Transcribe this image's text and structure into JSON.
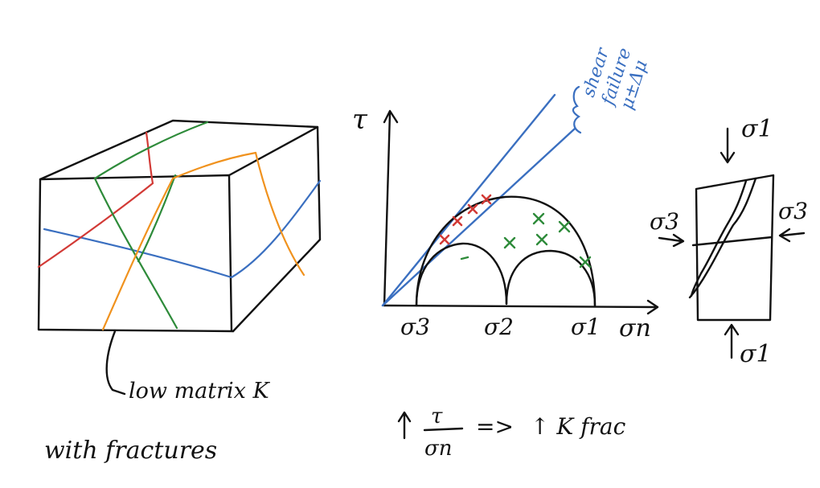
{
  "colors": {
    "ink": "#111111",
    "blue": "#3a6fc0",
    "red": "#d23a36",
    "green": "#2e8b3a",
    "orange": "#f0921e"
  },
  "block": {
    "caption_line1": "low matrix K",
    "caption_line2": "with fractures"
  },
  "mohr": {
    "tau_label": "τ",
    "sigma3_label": "σ3",
    "sigma2_label": "σ2",
    "sigma1_label": "σ1",
    "sigman_label": "σn",
    "envelope_line1": "shear",
    "envelope_line2": "failure",
    "envelope_line3": "μ±Δμ"
  },
  "specimen": {
    "top_label": "σ1",
    "bottom_label": "σ1",
    "left_label": "σ3",
    "right_label": "σ3"
  },
  "relation": {
    "numerator": "τ",
    "denominator": "σn",
    "arrow": "=>",
    "result": "↑ K frac",
    "up_arrow": "↑"
  }
}
